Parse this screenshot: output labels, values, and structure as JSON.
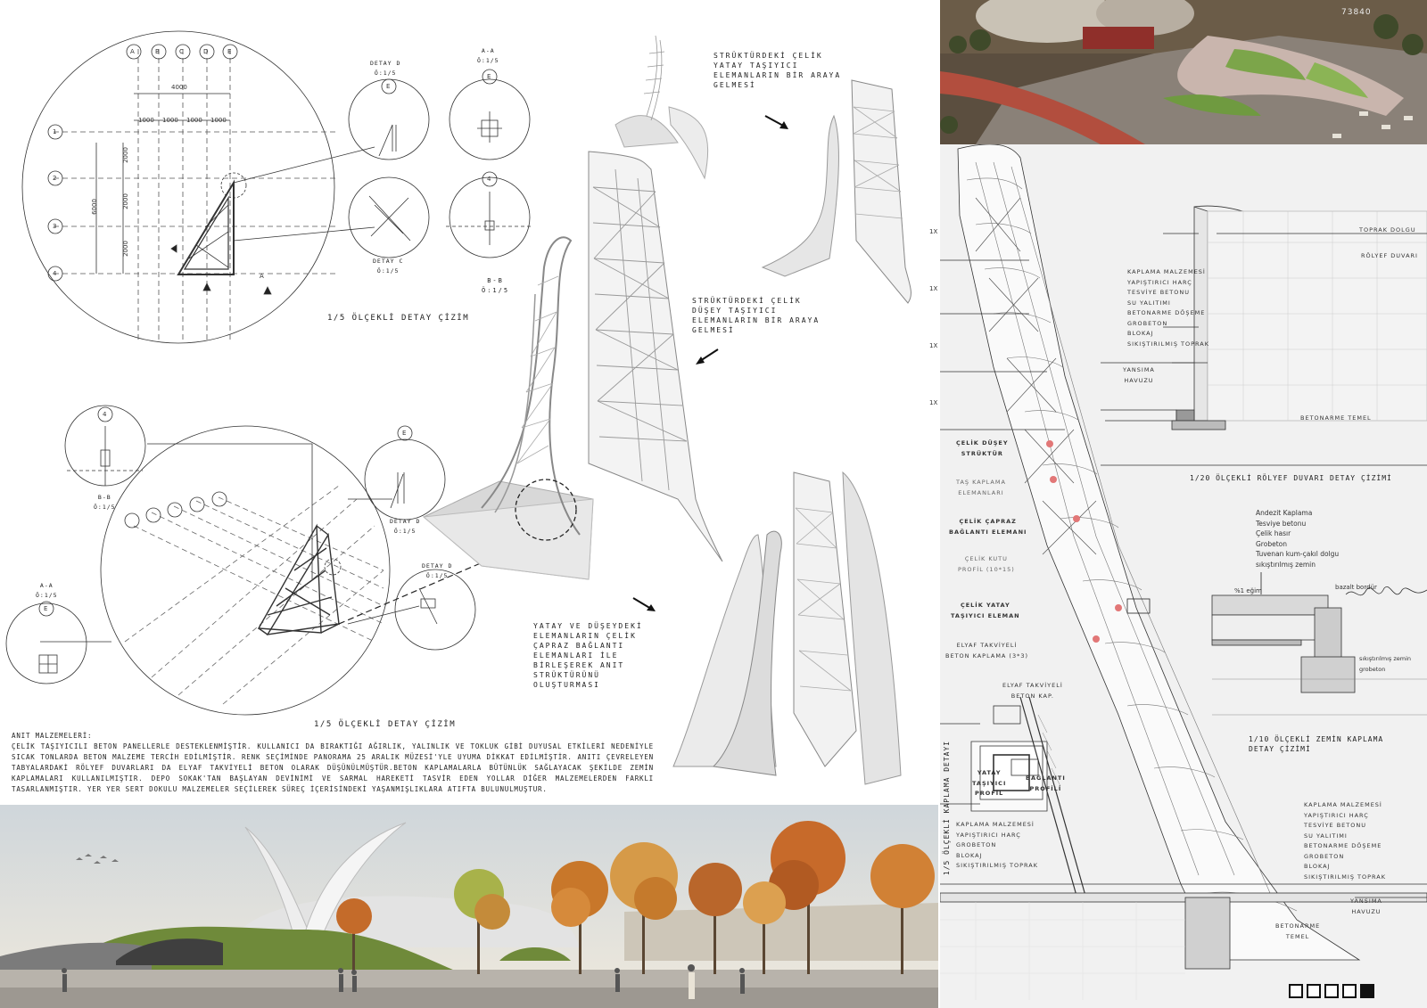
{
  "board": {
    "code": "73840",
    "detail_1_15_top": "1/5 ÖLÇEKLİ DETAY ÇİZİM",
    "detail_1_15_bottom": "1/5 ÖLÇEKLİ DETAY ÇİZİM",
    "grid_letters": [
      "A",
      "B",
      "C",
      "D",
      "E"
    ],
    "grid_numbers": [
      "1",
      "2",
      "3",
      "4"
    ],
    "dim_4000": "4000",
    "dims_1000": [
      "1000",
      "1000",
      "1000",
      "1000"
    ],
    "dims_2000": [
      "2000",
      "2000",
      "2000"
    ],
    "dim_6000": "6000",
    "detay_d_top": "DETAY D\nÖ:1/5",
    "detay_c_top": "DETAY C\nÖ:1/5",
    "aa_top": "A-A\nÖ:1/5",
    "bb_top": "B-B\nÖ:1/5",
    "aa_left": "A-A\nÖ:1/5",
    "bb_left": "B-B\nÖ:1/5",
    "detay_d_mid": "DETAY D\nÖ:1/5",
    "detay_d_low": "DETAY D\nÖ:1/5",
    "section_a": "A",
    "circle_labels": {
      "e1": "E",
      "e2": "E",
      "four1": "4",
      "four2": "4",
      "e3": "E",
      "e4": "E"
    },
    "steel_horizontal": "STRÜKTÜRDEKİ ÇELİK\nYATAY TAŞIYICI\nELEMANLARIN BİR ARAYA\nGELMESİ",
    "steel_vertical": "STRÜKTÜRDEKİ ÇELİK\nDÜŞEY TAŞIYICI\nELEMANLARIN BİR ARAYA\nGELMESİ",
    "steel_cross": "YATAY VE DÜŞEYDEKİ\nELEMANLARIN ÇELİK\nÇAPRAZ BAĞLANTI\nELEMANLARI İLE\nBİRLEŞEREK ANIT\nSTRÜKTÜRÜNÜ\nOLUŞTURMASI",
    "materials_title": "ANIT MALZEMELERİ:",
    "materials_text": "ÇELİK TAŞIYICILI BETON PANELLERLE DESTEKLENMİŞTİR. KULLANICI DA BIRAKTIĞI AĞIRLIK, YALINLIK VE TOKLUK GİBİ DUYUSAL ETKİLERİ NEDENİYLE SICAK TONLARDA BETON MALZEME TERCİH EDİLMİŞTİR. RENK SEÇİMİNDE PANORAMA 25 ARALIK MÜZESİ'YLE UYUMA DİKKAT EDİLMİŞTİR. ANITI ÇEVRELEYEN TABYALARDAKİ RÖLYEF DUVARLARI DA ELYAF TAKVİYELİ BETON OLARAK DÜŞÜNÜLMÜŞTÜR.BETON KAPLAMALARLA BÜTÜNLÜK SAĞLAYACAK ŞEKİLDE ZEMİN KAPLAMALARI KULLANILMIŞTIR. DEPO SOKAK'TAN BAŞLAYAN DEVİNİMİ VE SARMAL HAREKETİ TASVİR EDEN YOLLAR DİĞER MALZEMELERDEN FARKLI TASARLANMIŞTIR. YER YER SERT DOKULU MALZEMELER SEÇİLEREK SÜREÇ İÇERİSİNDEKİ YAŞANMIŞLIKLARA ATIFTA BULUNULMUŞTUR."
  },
  "right": {
    "relief_title": "1/20 ÖLÇEKLİ RÖLYEF DUVARI DETAY ÇİZİMİ",
    "relief_layers": "KAPLAMA MALZEMESİ\nYAPIŞTIRICI HARÇ\nTESVİYE BETONU\nSU YALITIMI\nBETONARME DÖŞEME\nGROBETON\nBLOKAJ\nSIKIŞTIRILMIŞ TOPRAK",
    "toprak_dolgu": "TOPRAK DOLGU",
    "rolyef_duvari": "RÖLYEF DUVARI",
    "yansima_havuzu": "YANSIMA\nHAVUZU",
    "betonarme_temel": "BETONARME TEMEL",
    "floor_title": "1/10 ÖLÇEKLİ ZEMİN KAPLAMA\nDETAY ÇİZİMİ",
    "floor_layers": "Andezit Kaplama\nTesviye betonu\nÇelik hasır\nGrobeton\nTuvenan kum-çakıl dolgu\nsıkıştırılmış zemin",
    "bazalt": "bazalt bordür",
    "slope": "%1 eğim",
    "floor_bottom": "sıkıştırılmış zemin\ngrobeton",
    "cladding_title": "1/5 ÖLÇEKLİ KAPLAMA DETAYI",
    "steel_vertical_struct": "ÇELİK DÜŞEY\nSTRÜKTÜR",
    "cladding_element": "TAŞ KAPLAMA\nELEMANLARI",
    "cross_connection": "ÇELİK ÇAPRAZ\nBAĞLANTI ELEMANI",
    "box_profile": "ÇELİK KUTU\nPROFİL (10*15)",
    "horizontal_carrier": "ÇELİK YATAY\nTAŞIYICI ELEMAN",
    "frc_cladding": "ELYAF TAKVİYELİ\nBETON KAPLAMA (3*3)",
    "frc_short": "ELYAF TAKVİYELİ\nBETON KAP.",
    "horizontal_profile": "YATAY\nTAŞIYICI\nPROFİL",
    "connection_profile": "BAĞLANTI\nPROFİLİ",
    "bottom_layers": "KAPLAMA MALZEMESİ\nYAPIŞTIRICI HARÇ\nGROBETON\nBLOKAJ\nSIKIŞTIRILMIŞ TOPRAK",
    "right_layers": "KAPLAMA MALZEMESİ\nYAPIŞTIRICI HARÇ\nTESVİYE BETONU\nSU YALITIMI\nBETONARME DÖŞEME\nGROBETON\nBLOKAJ\nSIKIŞTIRILMIŞ TOPRAK",
    "yansima_havuzu_2": "YANSIMA\nHAVUZU",
    "betonarme_temel_2": "BETONARME\nTEMEL",
    "ticks": [
      "1X",
      "1X",
      "1X",
      "1X"
    ]
  },
  "pager": {
    "boxes": 5,
    "active_index": 4
  },
  "colors": {
    "ink": "#222222",
    "panel": "#f1f1f1",
    "sky": "#dfe3e6",
    "grass": "#6f8a3a",
    "autumn": "#c8772a"
  }
}
